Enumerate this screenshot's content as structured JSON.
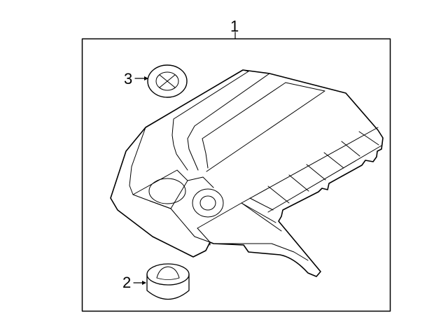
{
  "diagram": {
    "type": "exploded parts diagram",
    "subject": "Engine cover assembly",
    "callouts": [
      {
        "id": "1",
        "label": "1",
        "target": "engine-cover-assembly"
      },
      {
        "id": "2",
        "label": "2",
        "target": "grommet-bushing"
      },
      {
        "id": "3",
        "label": "3",
        "target": "cap-plug"
      }
    ],
    "colors": {
      "line": "#000000",
      "background": "#ffffff"
    }
  }
}
